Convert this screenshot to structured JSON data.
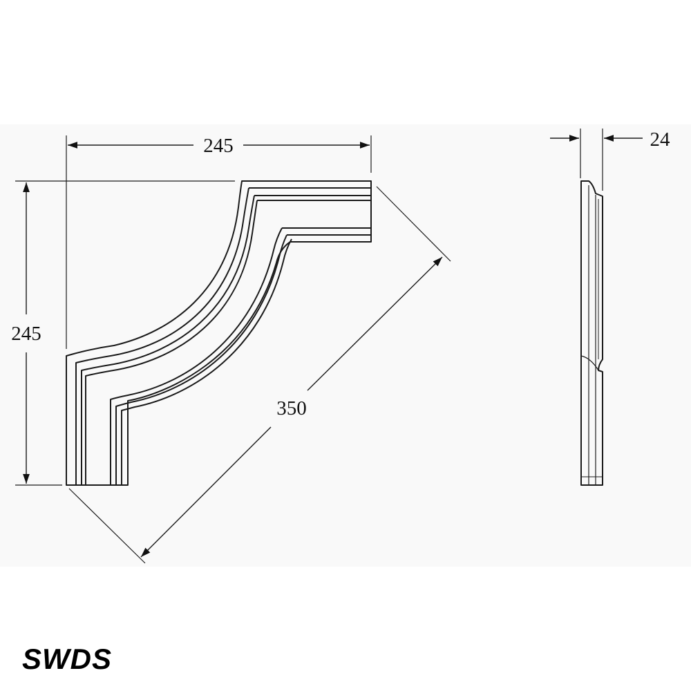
{
  "dimensions": {
    "width": "245",
    "height": "245",
    "diagonal": "350",
    "thickness": "24"
  },
  "brand": {
    "name": "SWDS"
  },
  "colors": {
    "line": "#1a1a1a",
    "background": "#ffffff",
    "grid_band": "#f7f7f7"
  }
}
